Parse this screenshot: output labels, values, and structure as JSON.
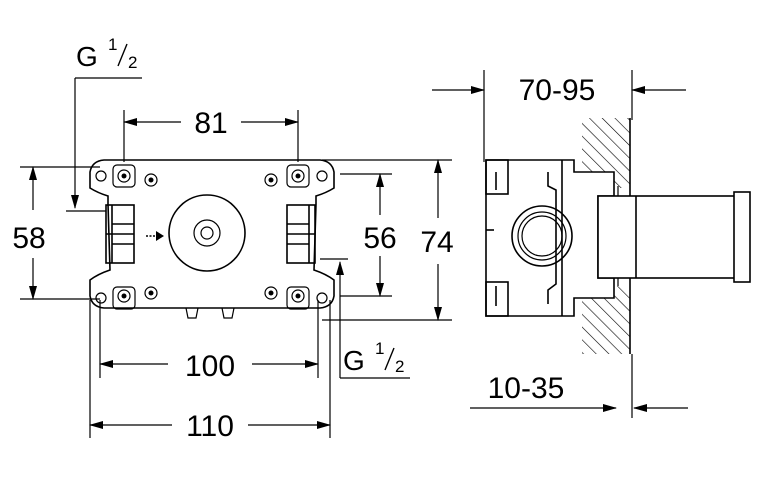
{
  "front_view": {
    "thread_top": {
      "base": "G",
      "sup": "1",
      "sub": "2"
    },
    "thread_bottom": {
      "base": "G",
      "sup": "1",
      "sub": "2"
    },
    "dim_hole_spacing": "81",
    "dim_height_left": "58",
    "dim_inner_height": "56",
    "dim_total_height": "74",
    "dim_width_inner": "100",
    "dim_width_total": "110"
  },
  "side_view": {
    "dim_depth": "70-95",
    "dim_wall_offset": "10-35"
  }
}
